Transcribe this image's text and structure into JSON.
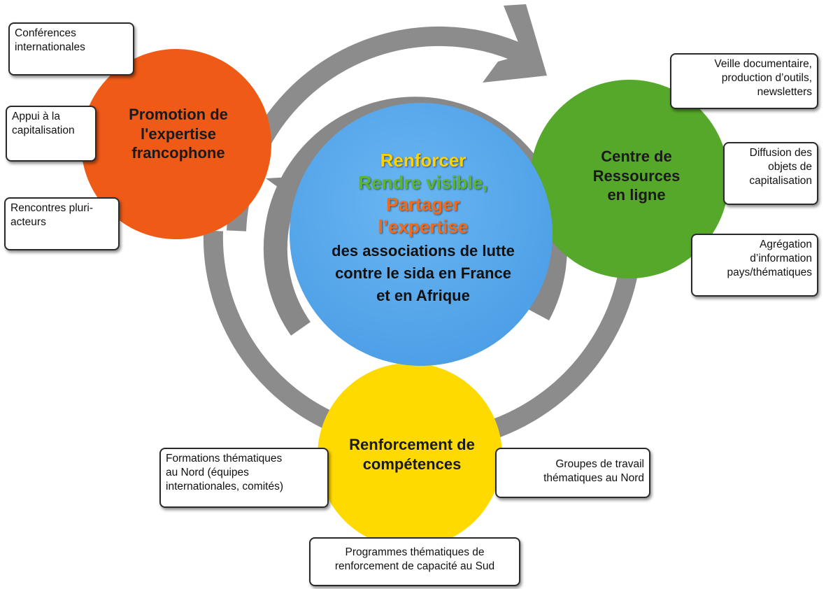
{
  "colors": {
    "orange": "#ef5a17",
    "green": "#56a82a",
    "yellow": "#ffda00",
    "blue": "#5aabee",
    "arrow_gray": "#8c8c8c",
    "keyword_yellow": "#ffd200",
    "keyword_green": "#5cb531",
    "keyword_orange": "#f26a1b"
  },
  "center": {
    "line1": "Renforcer",
    "line2": "Rendre visible,",
    "line3": "Partager",
    "line4": "l’expertise",
    "description": "des associations de lutte\ncontre le sida en France\net en Afrique"
  },
  "circles": {
    "promotion": "Promotion de\nl'expertise\nfrancophone",
    "centre": "Centre de\nRessources\nen ligne",
    "renforcement": "Renforcement de\ncompétences"
  },
  "boxes": {
    "conferences": "Conférences\ninternationales",
    "appui": "Appui à la\ncapitalisation",
    "rencontres": "Rencontres pluri-\nacteurs",
    "veille": "Veille documentaire,\nproduction d’outils,\nnewsletters",
    "diffusion": "Diffusion des\nobjets de\ncapitalisation",
    "agregation": "Agrégation\nd’information\npays/thématiques",
    "formations": "Formations thématiques\nau Nord  (équipes\ninternationales, comités)",
    "groupes": "Groupes de travail\nthématiques au Nord",
    "programmes": "Programmes thématiques de\nrenforcement de capacité au Sud"
  }
}
